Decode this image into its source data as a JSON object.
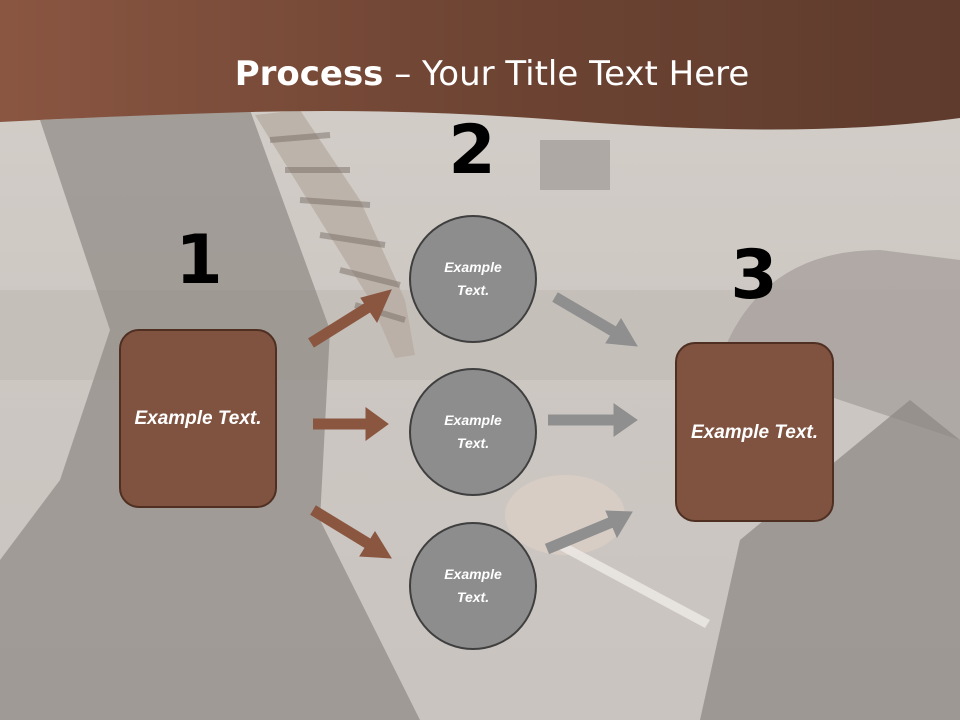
{
  "title": {
    "bold": "Process",
    "rest": " – Your Title Text Here"
  },
  "steps": [
    {
      "number": "1",
      "label": "Example Text."
    },
    {
      "number": "2",
      "items": [
        "Example Text.",
        "Example Text.",
        "Example Text."
      ]
    },
    {
      "number": "3",
      "label": "Example Text."
    }
  ],
  "colors": {
    "header_brown": "#6d4434",
    "box_brown": "#7f5340",
    "circle_gray": "#8d8d8d",
    "arrow_brown": "#8a5640",
    "arrow_gray": "#8f8f8f"
  }
}
